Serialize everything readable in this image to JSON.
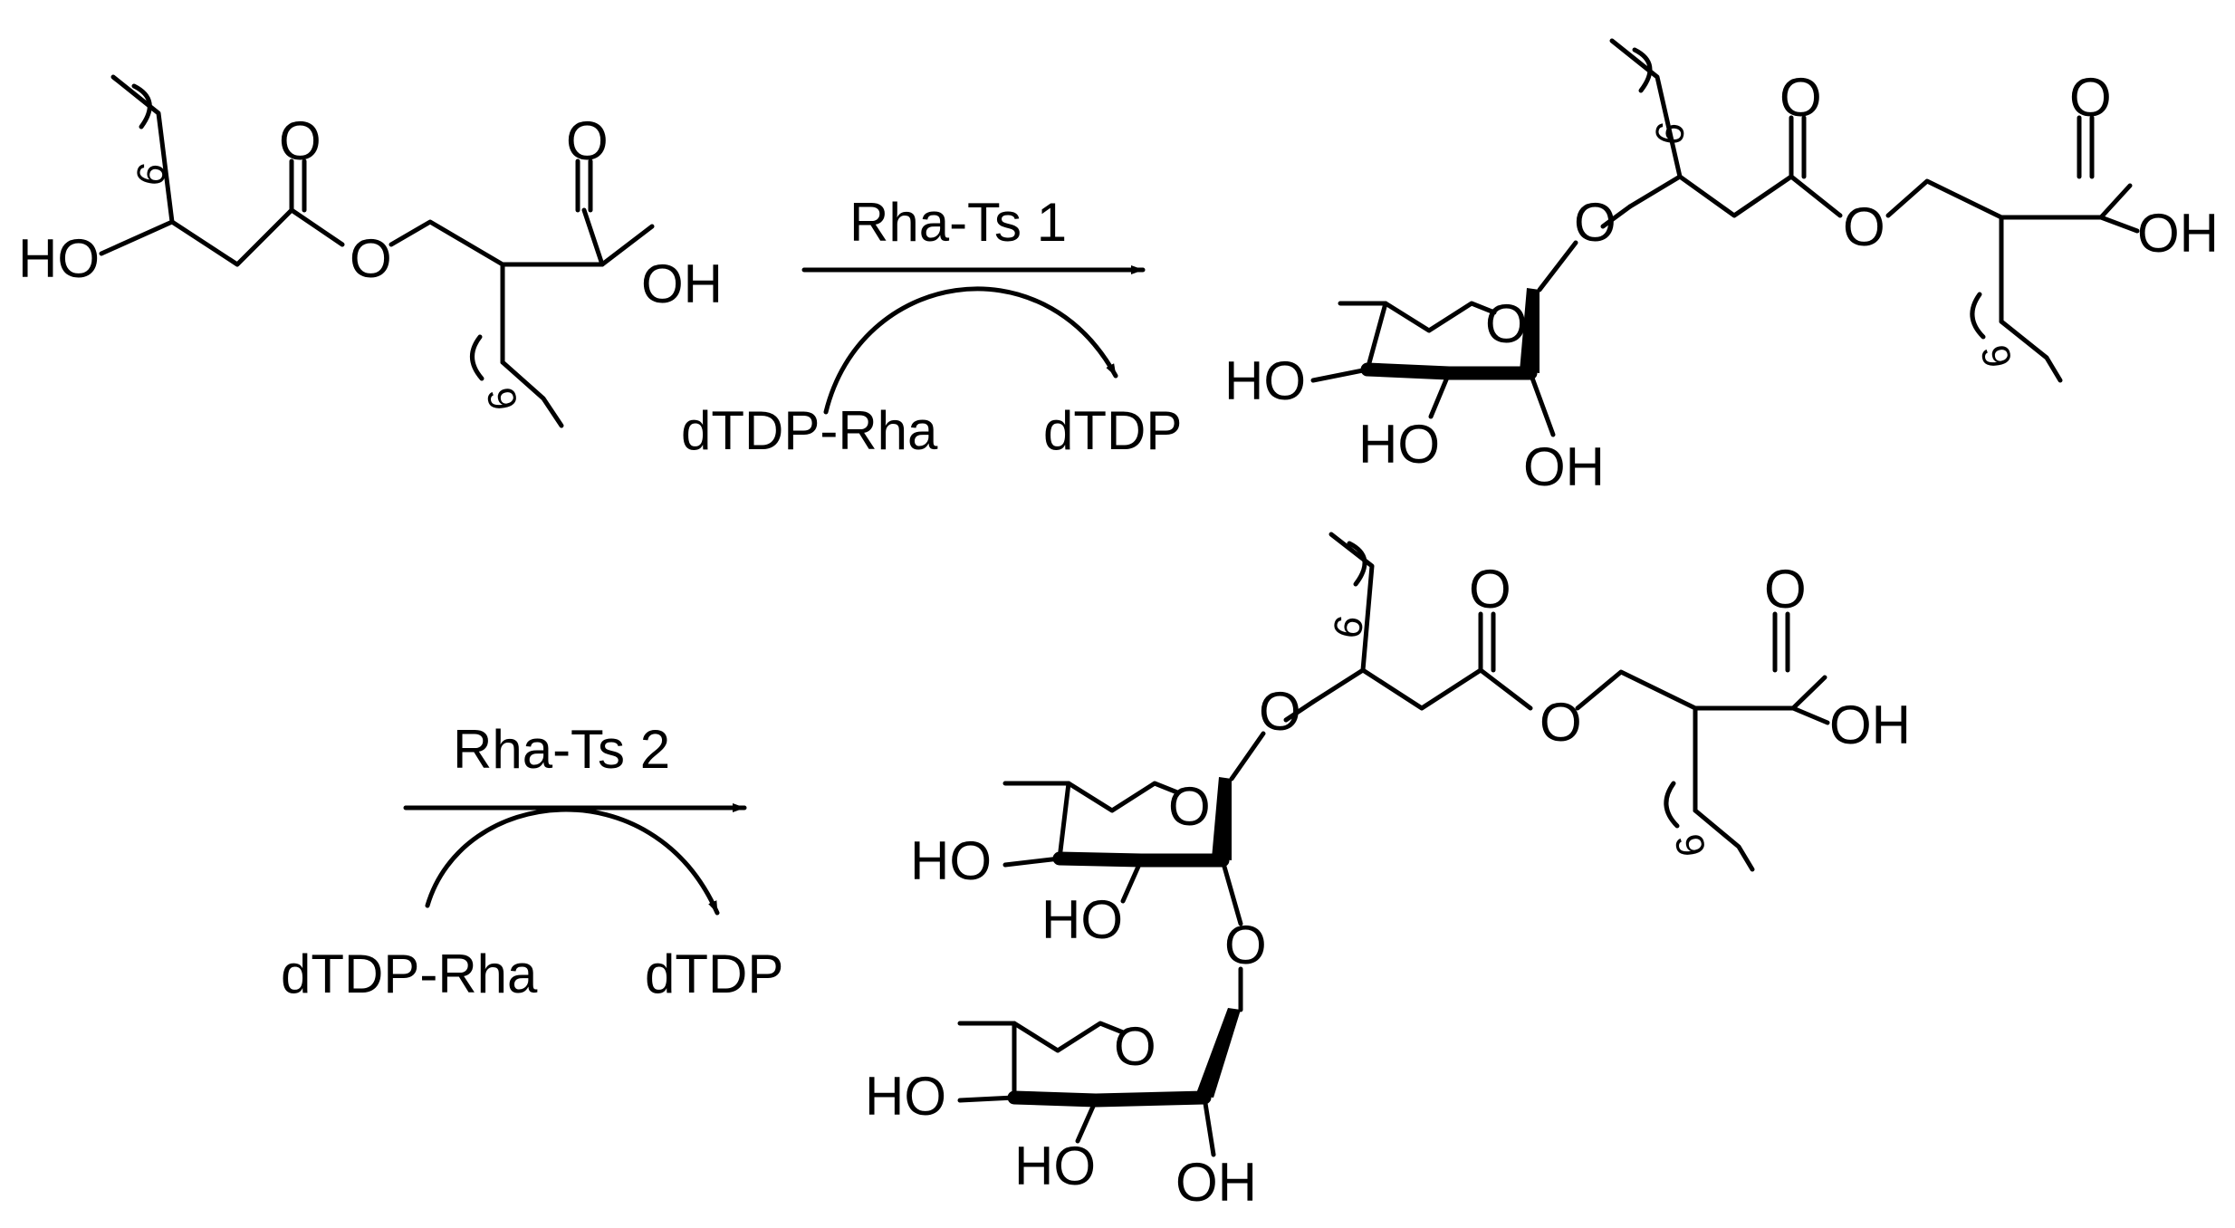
{
  "scheme": {
    "step1": {
      "enzyme": "Rha-Ts 1",
      "cosubstrate": "dTDP-Rha",
      "byproduct": "dTDP"
    },
    "step2": {
      "enzyme": "Rha-Ts 2",
      "cosubstrate": "dTDP-Rha",
      "byproduct": "dTDP"
    },
    "atoms": {
      "hydroxyl_left": "HO",
      "hydroxyl_right": "OH",
      "hydroxyl_under": "HO",
      "oxygen": "O",
      "repeat_count": "6"
    }
  }
}
